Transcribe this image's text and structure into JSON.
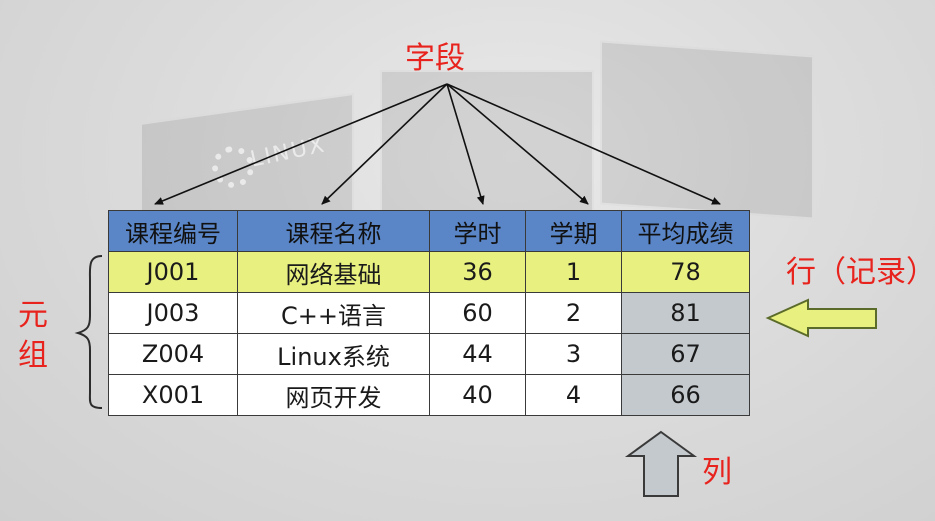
{
  "labels": {
    "field": "字段",
    "row": "行（记录）",
    "column": "列",
    "tuple": "元组"
  },
  "watermark": "LINUX",
  "table": {
    "headers": [
      "课程编号",
      "课程名称",
      "学时",
      "学期",
      "平均成绩"
    ],
    "rows": [
      [
        "J001",
        "网络基础",
        "36",
        "1",
        "78"
      ],
      [
        "J003",
        "C++语言",
        "60",
        "2",
        "81"
      ],
      [
        "Z004",
        "Linux系统",
        "44",
        "3",
        "67"
      ],
      [
        "X001",
        "网页开发",
        "40",
        "4",
        "66"
      ]
    ],
    "highlighted_row": 0,
    "gray_column": 4
  },
  "colors": {
    "label_red": "#e8231d",
    "header_blue": "#5a86c8",
    "row_highlight": "#e8f080",
    "column_gray": "#c4c9cd",
    "arrow_green": "#e8f080"
  }
}
